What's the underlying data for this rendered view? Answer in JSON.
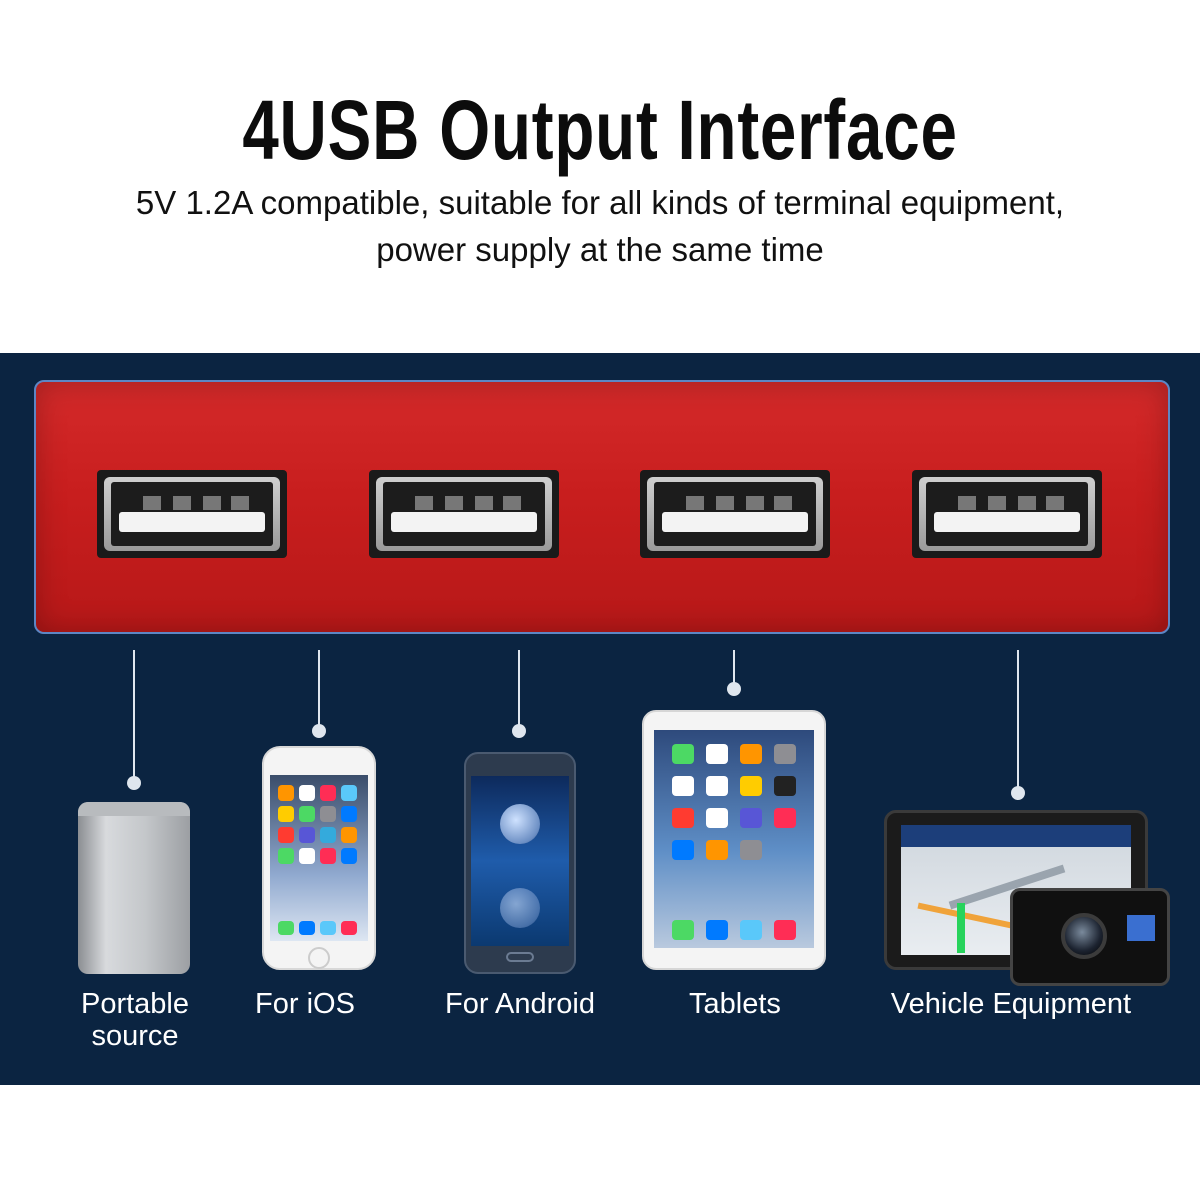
{
  "header": {
    "title": "4USB Output Interface",
    "subtitle_line1": "5V 1.2A compatible, suitable for all kinds of terminal equipment,",
    "subtitle_line2": "power supply at the same time"
  },
  "ports": [
    "usb-port-1",
    "usb-port-2",
    "usb-port-3",
    "usb-port-4"
  ],
  "devices": [
    {
      "label_line1": "Portable",
      "label_line2": "source",
      "icon": "power-bank-icon"
    },
    {
      "label_line1": "For iOS",
      "label_line2": "",
      "icon": "iphone-icon"
    },
    {
      "label_line1": "For Android",
      "label_line2": "",
      "icon": "android-phone-icon"
    },
    {
      "label_line1": "Tablets",
      "label_line2": "",
      "icon": "tablet-icon"
    },
    {
      "label_line1": "Vehicle Equipment",
      "label_line2": "",
      "icon": "vehicle-gps-icon"
    }
  ],
  "colors": {
    "panel": "#0b2441",
    "port_bar": "#c81e1e",
    "connector": "#dfe6ee",
    "label": "#ffffff"
  }
}
